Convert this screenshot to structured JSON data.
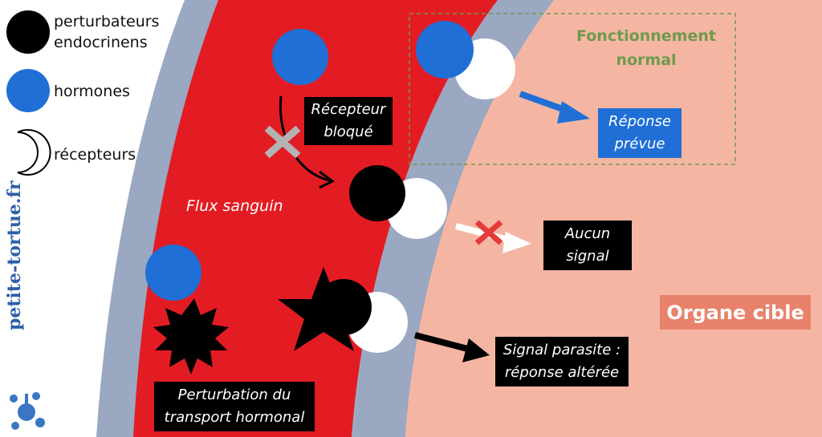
{
  "legend": {
    "endocrine_disruptors": "perturbateurs\nendocrinens",
    "hormones": "hormones",
    "receptors": "récepteurs"
  },
  "labels": {
    "blocked_receptor": "Récepteur bloqué",
    "flux": "Flux sanguin",
    "normal_function": "Fonctionnement normal",
    "expected_response": "Réponse prévue",
    "no_signal": "Aucun signal",
    "parasite_signal": "Signal parasite : réponse altérée",
    "transport_disruption": "Perturbation du transport hormonal",
    "target_organ": "Organe cible"
  },
  "brand": {
    "site": "petite-tortue.fr"
  },
  "colors": {
    "blood": "#e31c23",
    "vessel_wall": "#9aa8c2",
    "tissue": "#f4b6a3",
    "hormone": "#1f6fd6",
    "disruptor": "#000000",
    "target_box": "#e8826a",
    "normal_box_border": "#6f9a4a"
  }
}
